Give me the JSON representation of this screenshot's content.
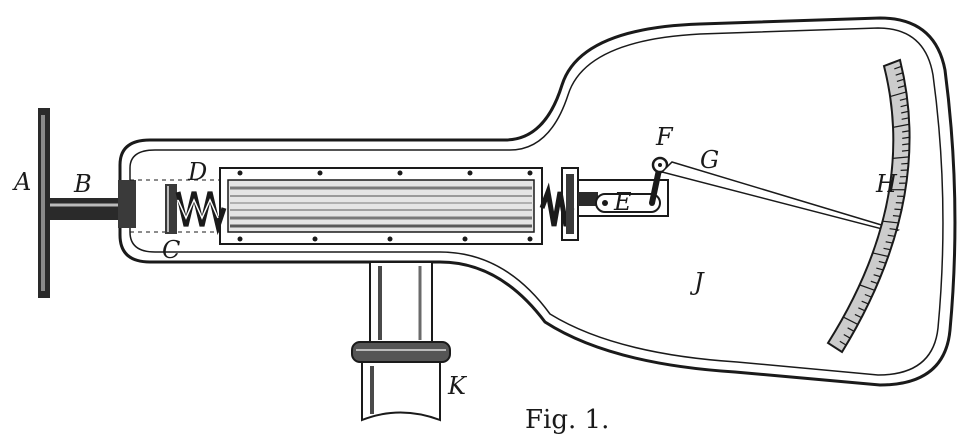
{
  "caption": "Fig. 1.",
  "labels": {
    "A": "A",
    "B": "B",
    "C": "C",
    "D": "D",
    "E": "E",
    "F": "F",
    "G": "G",
    "H": "H",
    "J": "J",
    "K": "K"
  },
  "colors": {
    "ink": "#1a1a1a",
    "paper": "#ffffff",
    "shade": "#9a9a9a"
  }
}
